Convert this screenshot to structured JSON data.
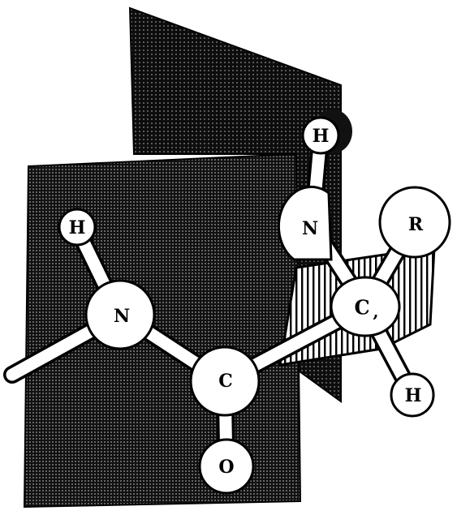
{
  "diagram": {
    "atoms": {
      "n_left": "N",
      "h_left": "H",
      "c_carbonyl": "C",
      "o_carbonyl": "O",
      "c_alpha": "C",
      "c_alpha_subscript": ",",
      "n_right": "N",
      "h_right_top": "H",
      "r_group": "R",
      "h_alpha": "H"
    },
    "colors": {
      "plane_fill": "#111111",
      "atom_fill": "#ffffff",
      "outline": "#000000",
      "background": "#ffffff"
    }
  }
}
